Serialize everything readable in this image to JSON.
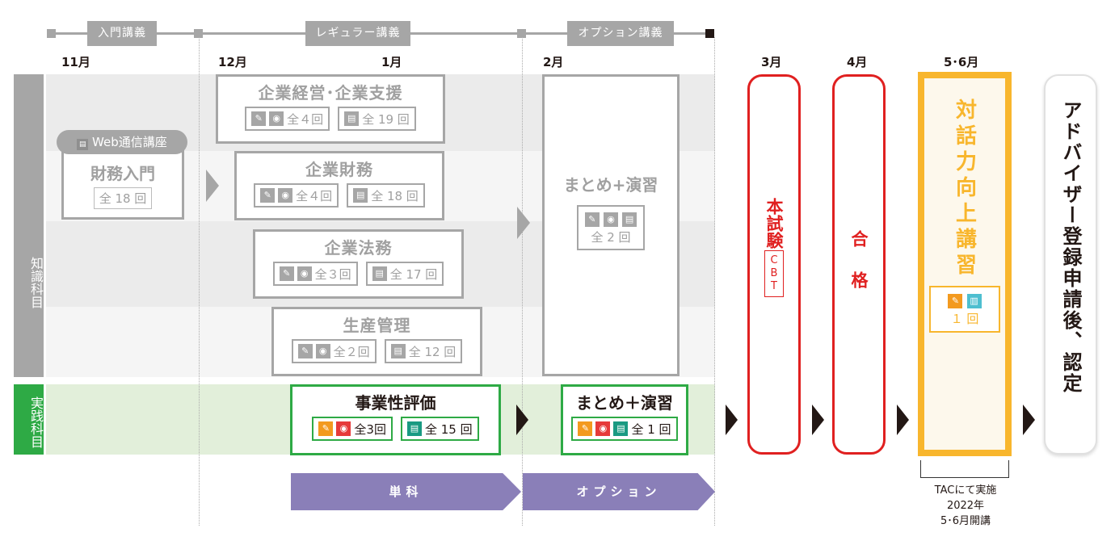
{
  "phases": [
    {
      "label": "入門講義"
    },
    {
      "label": "レギュラー講義"
    },
    {
      "label": "オプション講義"
    }
  ],
  "months": [
    "11月",
    "12月",
    "1月",
    "2月",
    "3月",
    "4月",
    "5･6月"
  ],
  "rows": {
    "knowledge_label": "知識科目",
    "practice_label": "実践科目"
  },
  "intro_course": {
    "badge": "Web通信講座",
    "badge_icon": "web-icon",
    "title": "財務入門",
    "count": "全 18 回"
  },
  "regular_courses": [
    {
      "title": "企業経営･企業支援",
      "live_count": "全４回",
      "web_count": "全 19 回"
    },
    {
      "title": "企業財務",
      "live_count": "全４回",
      "web_count": "全 18 回"
    },
    {
      "title": "企業法務",
      "live_count": "全３回",
      "web_count": "全 17 回"
    },
    {
      "title": "生産管理",
      "live_count": "全２回",
      "web_count": "全 12 回"
    }
  ],
  "option_knowledge": {
    "title": "まとめ+演習",
    "count": "全 2 回"
  },
  "practice_courses": [
    {
      "title": "事業性評価",
      "live_count": "全3回",
      "web_count": "全 15 回"
    },
    {
      "title": "まとめ＋演習",
      "count": "全 1 回"
    }
  ],
  "bottom_bars": [
    {
      "label": "単科"
    },
    {
      "label": "オプション"
    }
  ],
  "exam": {
    "title": "本試験",
    "sub": "CBT"
  },
  "pass": {
    "title": "合格"
  },
  "dialogue": {
    "title": "対話力向上講習",
    "count": "１ 回",
    "note_lines": [
      "TACにて実施",
      "2022年",
      "5･6月開講"
    ]
  },
  "final": {
    "title": "アドバイザー登録申請後、認定"
  },
  "colors": {
    "gray": "#a6a6a6",
    "green": "#2eaa45",
    "red": "#e02020",
    "yellow": "#f8b62d",
    "purple": "#8a7fb8",
    "orange_icon": "#f39a1f",
    "red_icon": "#e63a3a",
    "teal_icon": "#1a9a82"
  }
}
